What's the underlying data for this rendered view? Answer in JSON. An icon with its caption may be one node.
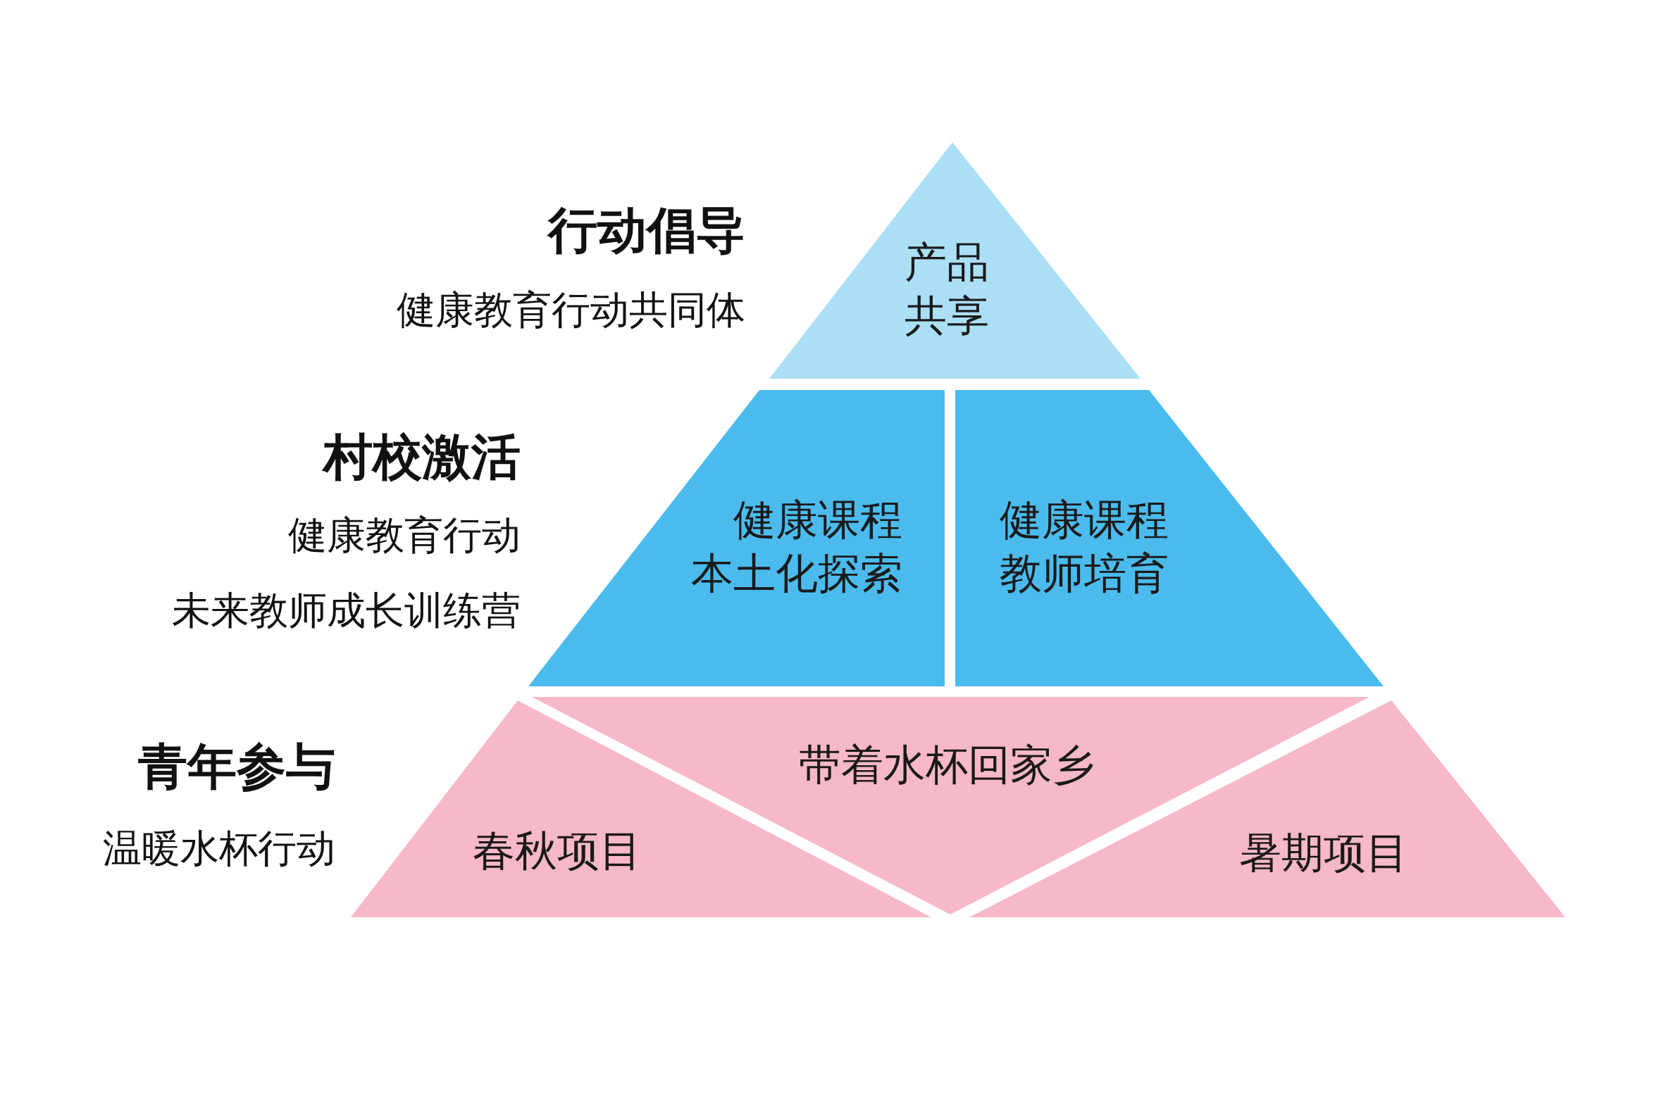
{
  "diagram": {
    "nodes": [
      {
        "text": [
          "产品共享"
        ]
      },
      {
        "text": [
          "健康课程本土化探索"
        ]
      },
      {
        "text": [
          "健康课程教师培育"
        ]
      },
      {
        "text": [
          "带着水杯回家乡"
        ]
      },
      {
        "text": [
          "春秋项目"
        ]
      },
      {
        "text": [
          "暑期项目"
        ]
      }
    ],
    "labels": [
      "行动倡导",
      "健康教育行动共同体",
      "村校激活",
      "健康教育行动",
      "未来教师成长训练营",
      "青年参与",
      "温暖水杯行动"
    ]
  }
}
